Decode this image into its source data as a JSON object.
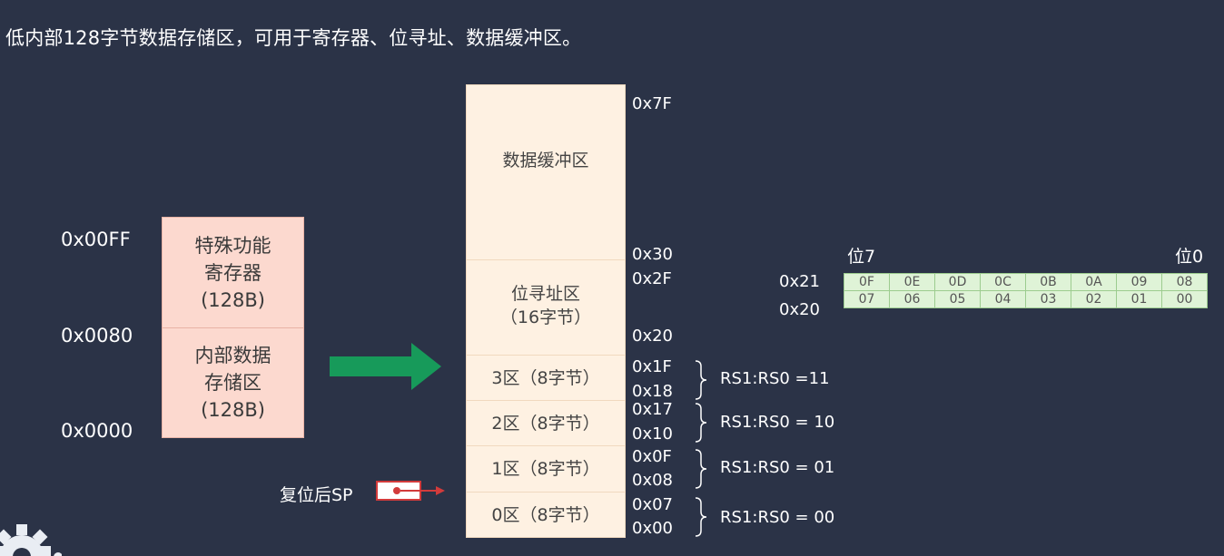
{
  "title": "低内部128字节数据存储区，可用于寄存器、位寻址、数据缓冲区。",
  "left_map": {
    "addr_top": "0x00FF",
    "addr_mid": "0x0080",
    "addr_bottom": "0x0000",
    "sfr": {
      "line1": "特殊功能",
      "line2": "寄存器",
      "line3": "(128B)"
    },
    "ram": {
      "line1": "内部数据",
      "line2": "存储区",
      "line3": "(128B)"
    }
  },
  "memory_map": {
    "buffer": "数据缓冲区",
    "bit_area": {
      "line1": "位寻址区",
      "line2": "（16字节）"
    },
    "bank3": "3区（8字节）",
    "bank2": "2区（8字节）",
    "bank1": "1区（8字节）",
    "bank0": "0区（8字节）"
  },
  "addresses": {
    "a7f": "0x7F",
    "a30": "0x30",
    "a2f": "0x2F",
    "a20": "0x20",
    "a1f": "0x1F",
    "a18": "0x18",
    "a17": "0x17",
    "a10": "0x10",
    "a0f": "0x0F",
    "a08": "0x08",
    "a07": "0x07",
    "a00": "0x00"
  },
  "register_select": {
    "bank3": "RS1:RS0 =11",
    "bank2": "RS1:RS0 = 10",
    "bank1": "RS1:RS0 = 01",
    "bank0": "RS1:RS0 = 00"
  },
  "bit_table": {
    "bit7_label": "位7",
    "bit0_label": "位0",
    "row_0x21": {
      "label": "0x21",
      "cells": [
        "0F",
        "0E",
        "0D",
        "0C",
        "0B",
        "0A",
        "09",
        "08"
      ]
    },
    "row_0x20": {
      "label": "0x20",
      "cells": [
        "07",
        "06",
        "05",
        "04",
        "03",
        "02",
        "01",
        "00"
      ]
    }
  },
  "sp_label": "复位后SP",
  "colors": {
    "background": "#2b3347",
    "sfr_fill": "#fcd9cf",
    "memory_fill": "#fef1e2",
    "arrow": "#179a5a",
    "sp_pointer": "#d23b3b",
    "bit_cell_fill": "#dff3d7"
  }
}
